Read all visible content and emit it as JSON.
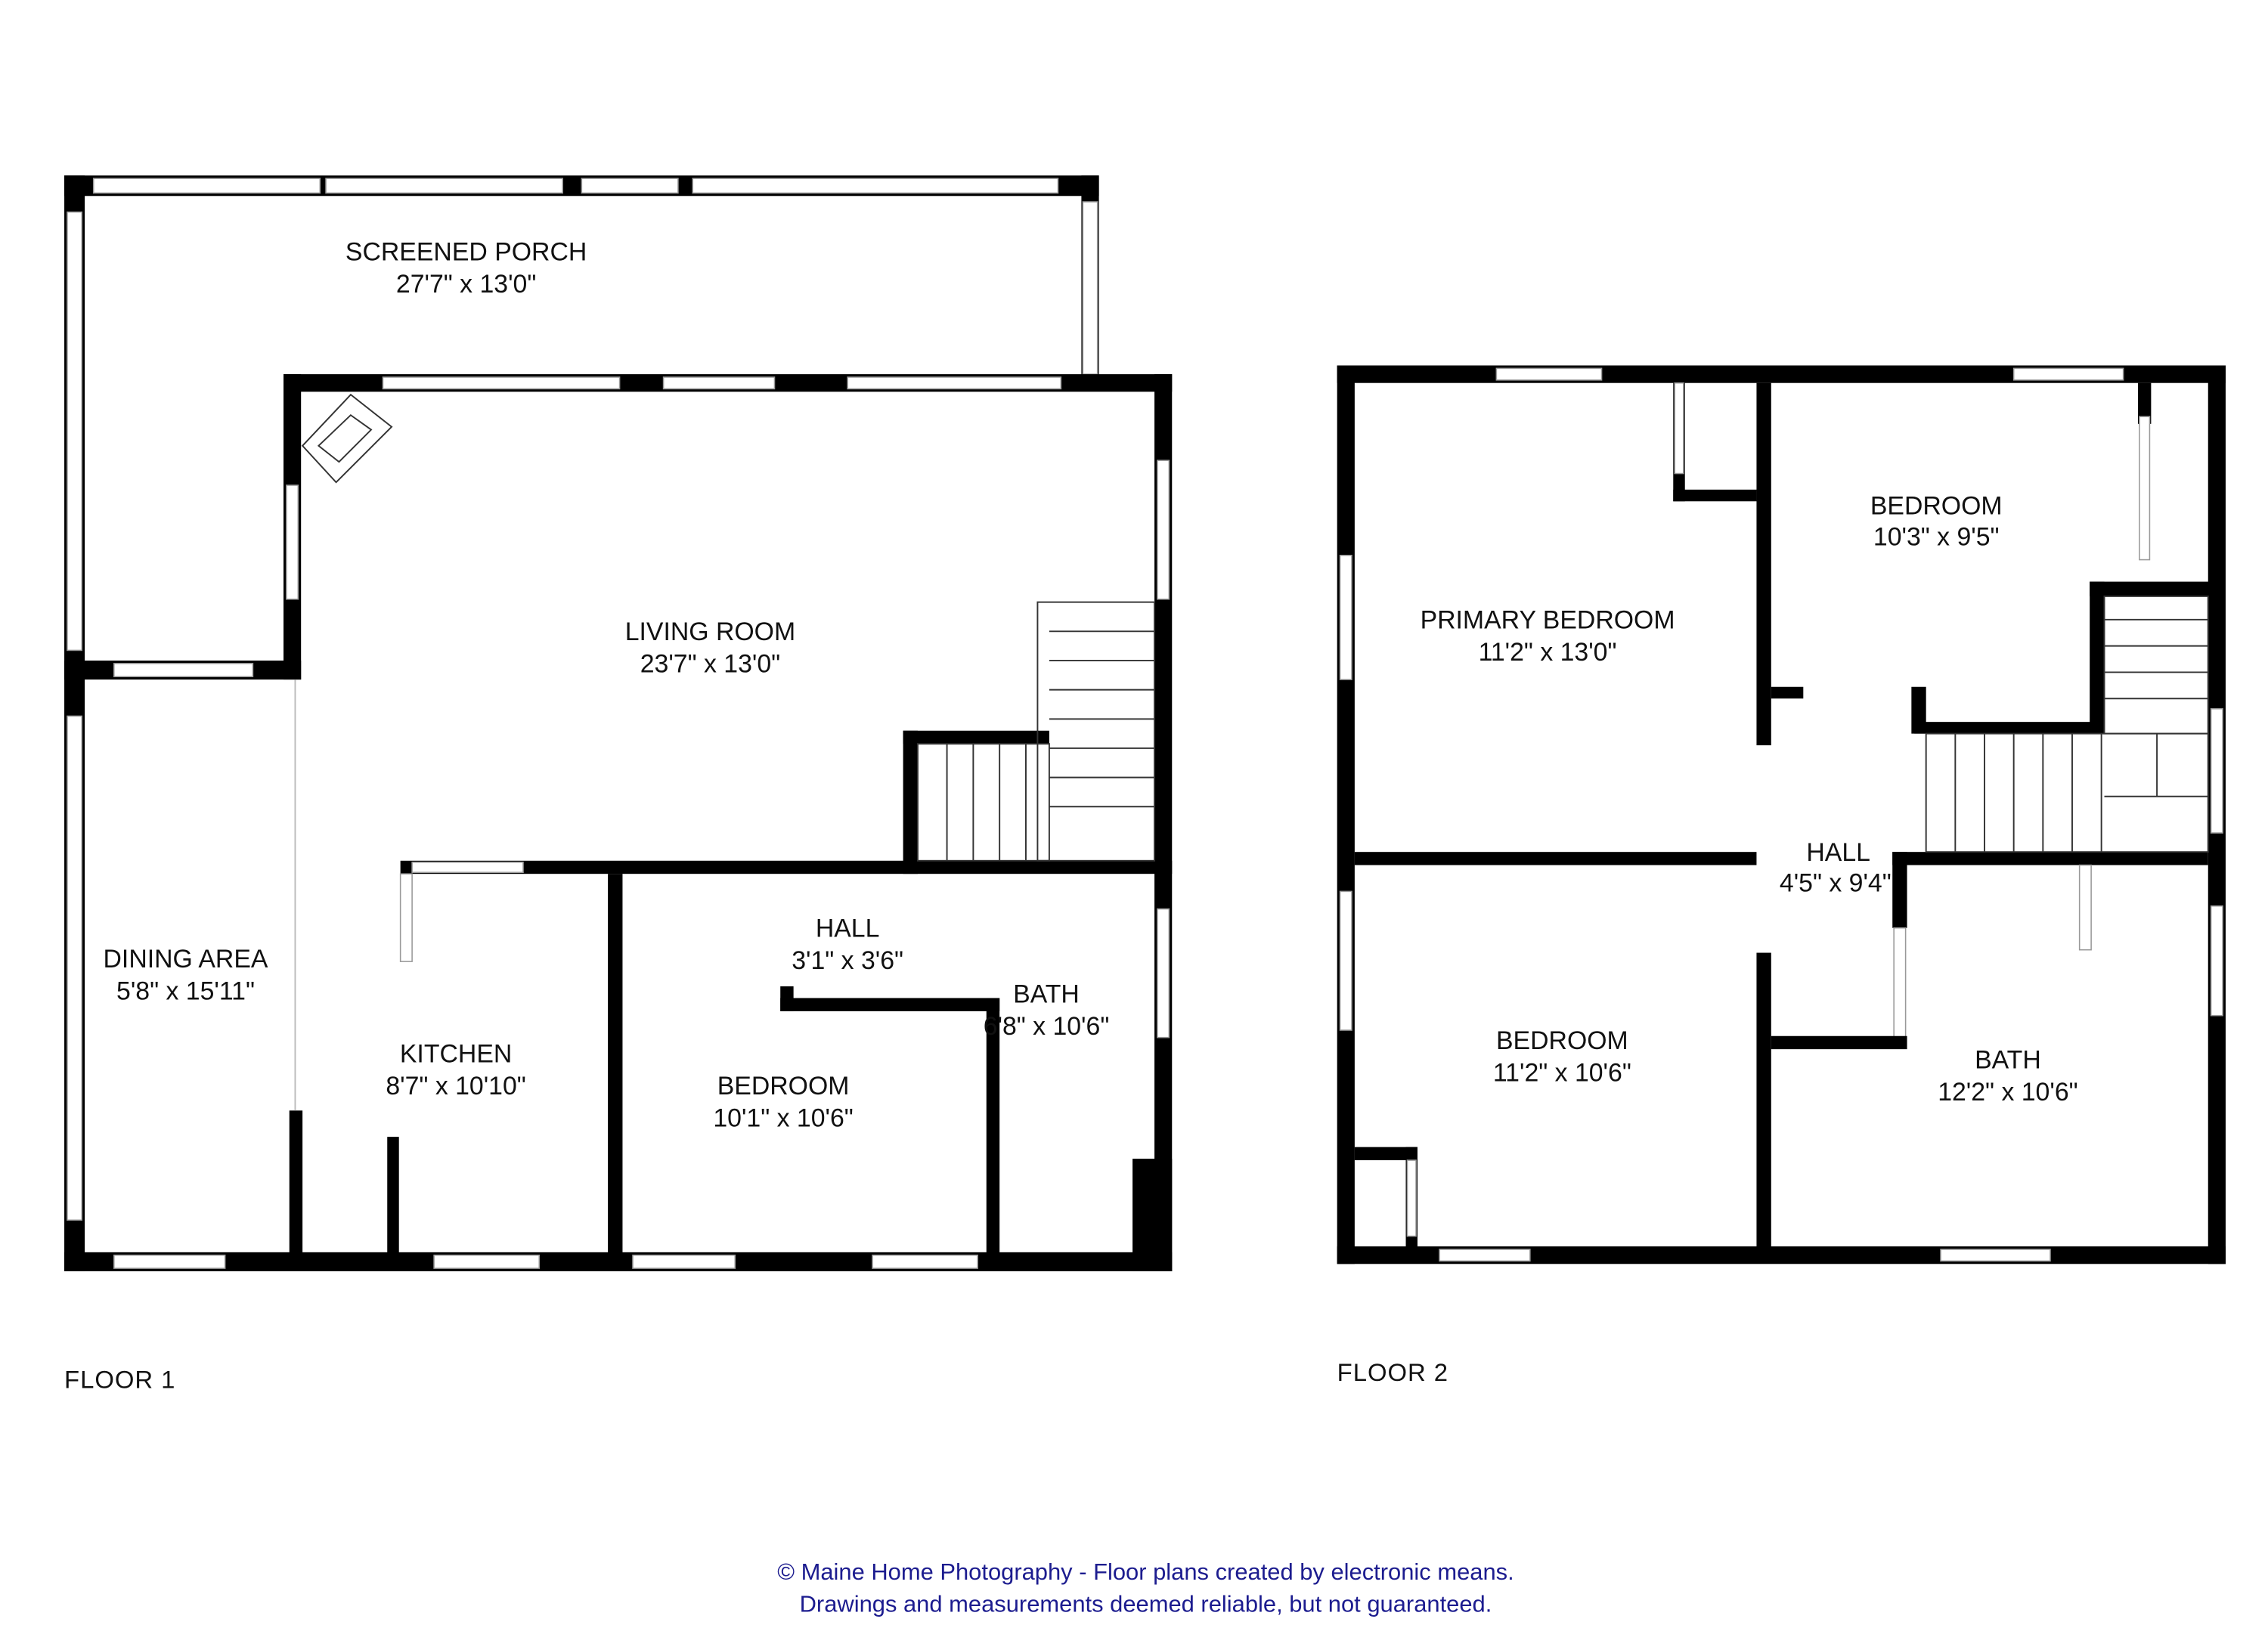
{
  "floor1": {
    "label": "FLOOR 1",
    "rooms": [
      {
        "name": "SCREENED PORCH",
        "dims": "27'7\" x 13'0\""
      },
      {
        "name": "LIVING ROOM",
        "dims": "23'7\" x 13'0\""
      },
      {
        "name": "DINING AREA",
        "dims": "5'8\" x 15'11\""
      },
      {
        "name": "KITCHEN",
        "dims": "8'7\" x 10'10\""
      },
      {
        "name": "HALL",
        "dims": "3'1\" x 3'6\""
      },
      {
        "name": "BEDROOM",
        "dims": "10'1\" x 10'6\""
      },
      {
        "name": "BATH",
        "dims": "6'8\" x 10'6\""
      }
    ]
  },
  "floor2": {
    "label": "FLOOR 2",
    "rooms": [
      {
        "name": "PRIMARY BEDROOM",
        "dims": "11'2\" x 13'0\""
      },
      {
        "name": "BEDROOM",
        "dims": "10'3\" x 9'5\""
      },
      {
        "name": "HALL",
        "dims": "4'5\" x 9'4\""
      },
      {
        "name": "BEDROOM",
        "dims": "11'2\" x 10'6\""
      },
      {
        "name": "BATH",
        "dims": "12'2\" x 10'6\""
      }
    ]
  },
  "footer": {
    "line1": "© Maine Home Photography - Floor plans created by electronic means.",
    "line2": "Drawings and measurements deemed reliable, but not guaranteed."
  },
  "colors": {
    "walls": "#000000",
    "footer_text": "#1c1c8f"
  }
}
